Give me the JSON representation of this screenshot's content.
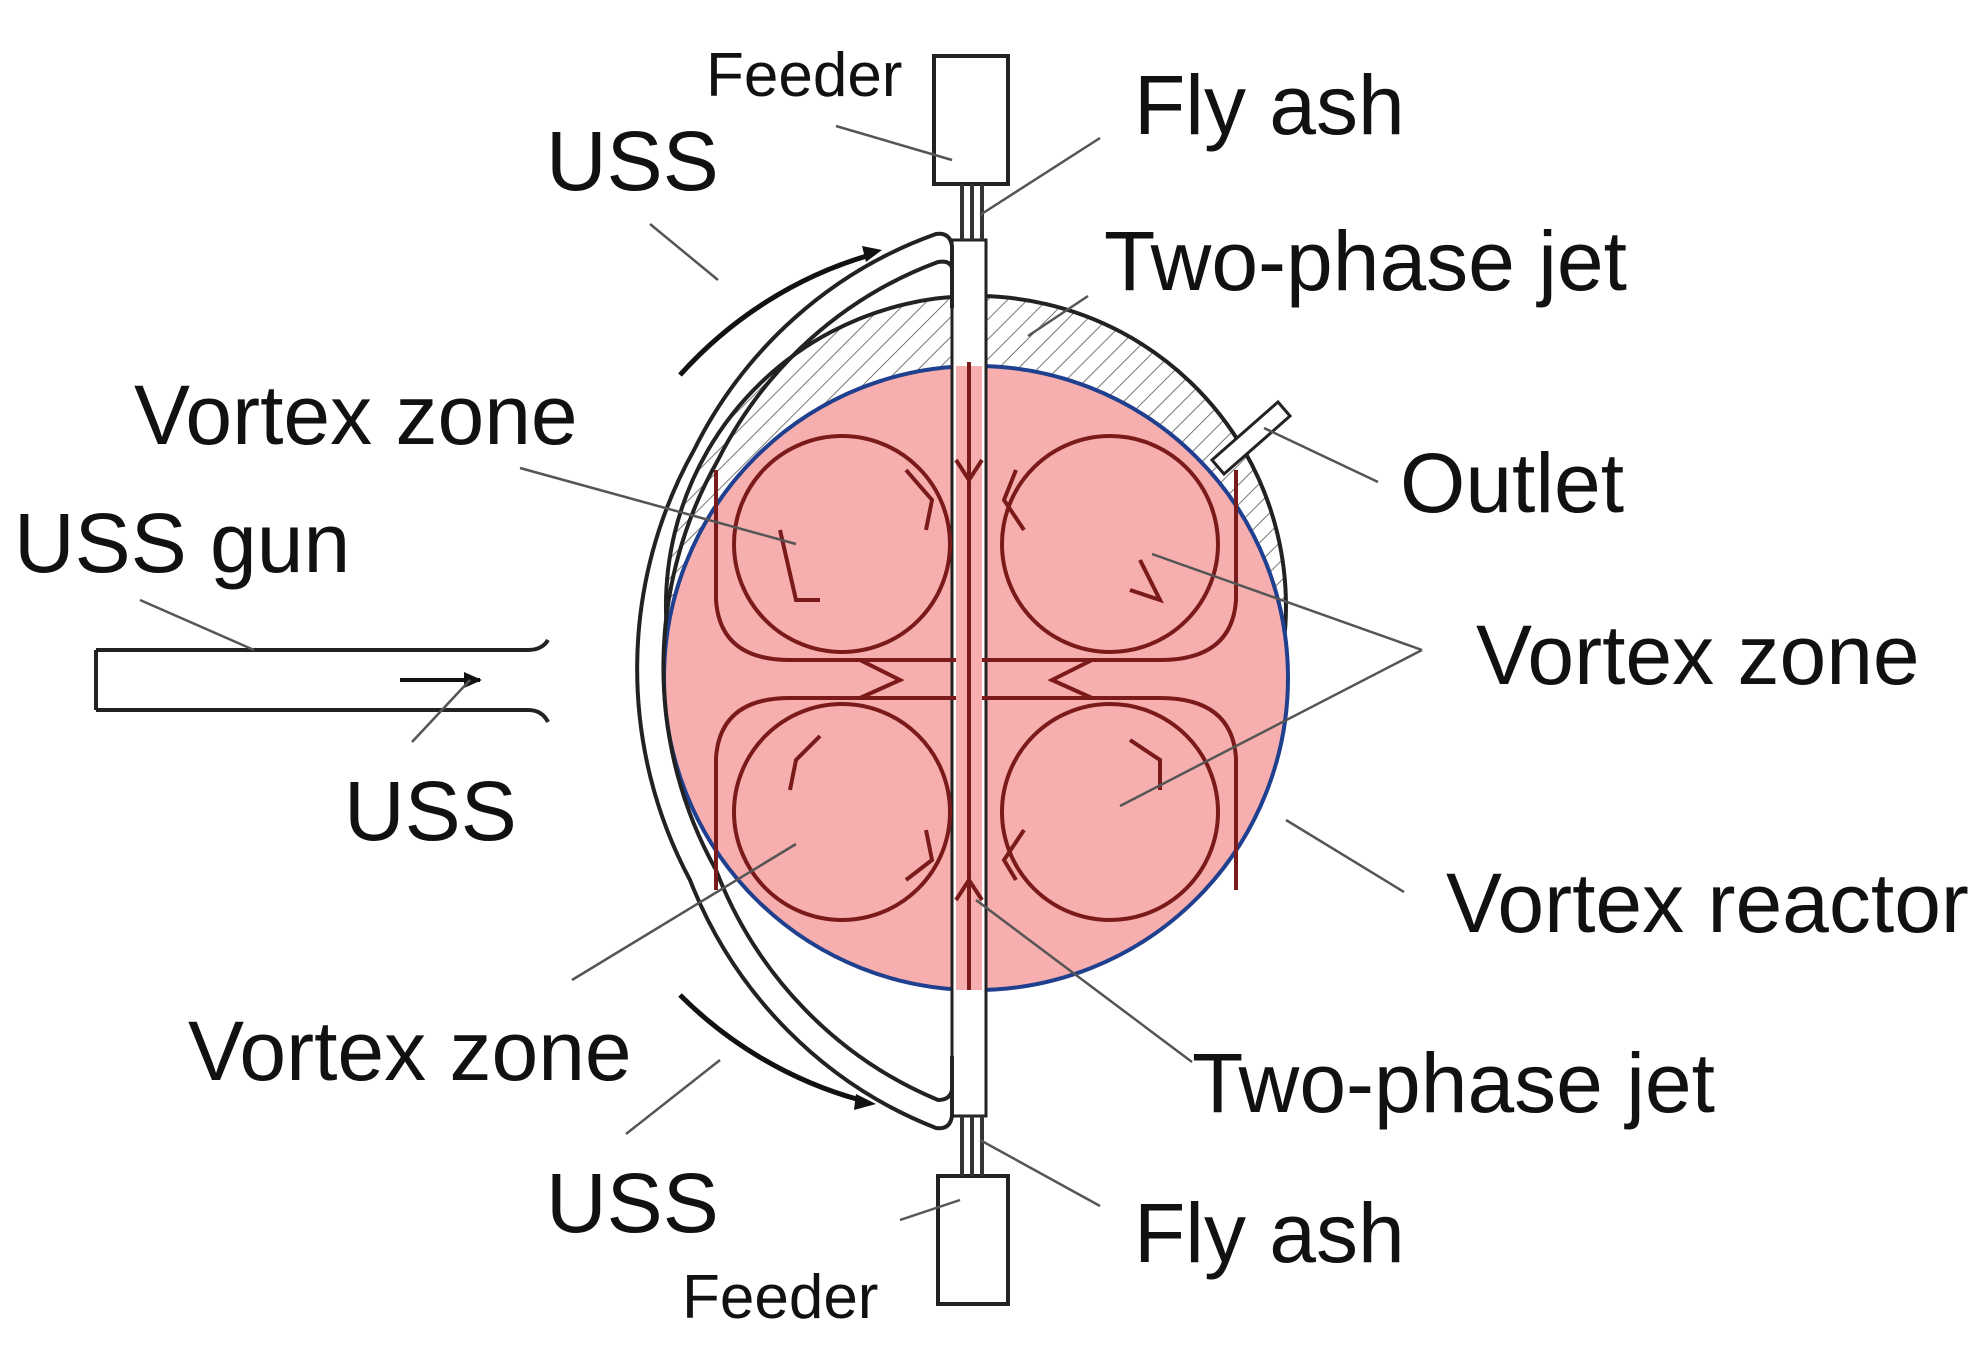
{
  "labels": {
    "feeder_top": "Feeder",
    "fly_ash_top": "Fly ash",
    "uss_top": "USS",
    "two_phase_jet_top": "Two-phase jet",
    "vortex_zone_left": "Vortex zone",
    "outlet": "Outlet",
    "uss_gun": "USS gun",
    "vortex_zone_right": "Vortex zone",
    "uss_middle": "USS",
    "vortex_reactor": "Vortex reactor",
    "vortex_zone_bottom": "Vortex zone",
    "two_phase_jet_bottom": "Two-phase jet",
    "uss_bottom": "USS",
    "fly_ash_bottom": "Fly ash",
    "feeder_bottom": "Feeder"
  },
  "colors": {
    "vortex_zone_fill": "#f7aeae",
    "vortex_zone_border": "#1f3f8f",
    "flow_lines": "#7a1a1a",
    "walls": "#222222"
  }
}
